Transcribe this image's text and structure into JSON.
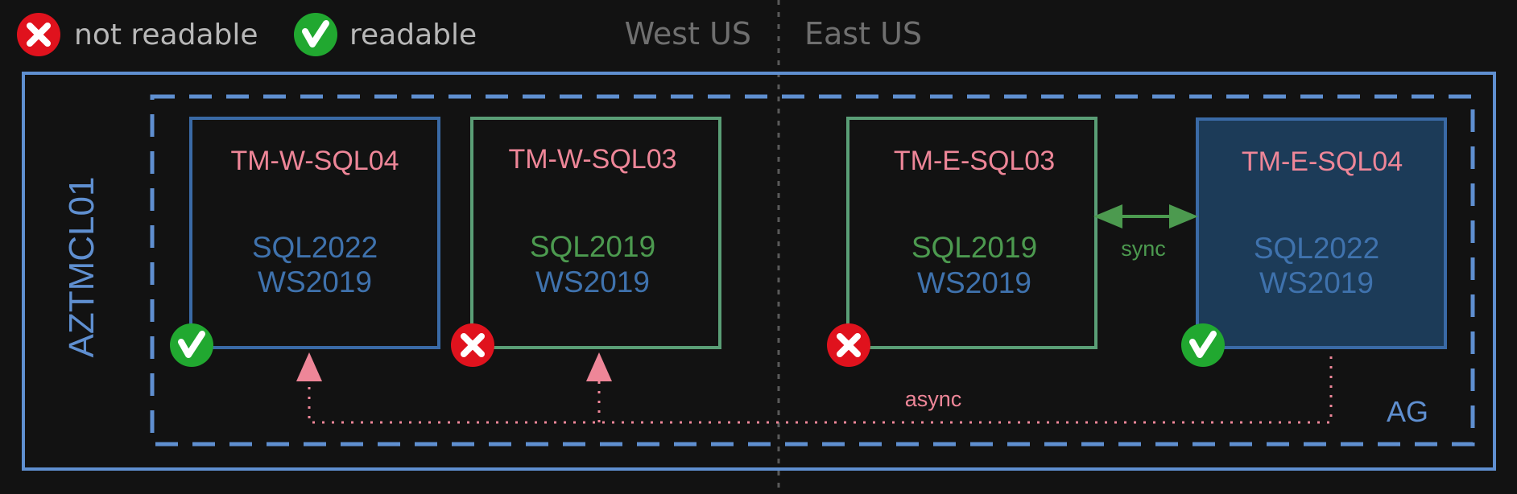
{
  "legend": {
    "not_readable": "not readable",
    "readable": "readable"
  },
  "regions": {
    "west": "West US",
    "east": "East US"
  },
  "cluster": {
    "label": "AZTMCL01"
  },
  "availability_group": {
    "label": "AG"
  },
  "nodes": [
    {
      "name": "TM-W-SQL04",
      "sql": "SQL2022",
      "os": "WS2019",
      "readable": true
    },
    {
      "name": "TM-W-SQL03",
      "sql": "SQL2019",
      "os": "WS2019",
      "readable": false
    },
    {
      "name": "TM-E-SQL03",
      "sql": "SQL2019",
      "os": "WS2019",
      "readable": false
    },
    {
      "name": "TM-E-SQL04",
      "sql": "SQL2022",
      "os": "WS2019",
      "readable": true
    }
  ],
  "links": {
    "sync": "sync",
    "async": "async"
  },
  "colors": {
    "background": "#121212",
    "cluster_border": "#5f8fd0",
    "blue_box": "#3a6aa6",
    "green_box": "#5a9e76",
    "primary_fill": "#1c3b58",
    "name_pink": "#ee8698",
    "sync_green": "#4c9a4f",
    "badge_red": "#e0121d",
    "badge_green": "#21a830"
  }
}
